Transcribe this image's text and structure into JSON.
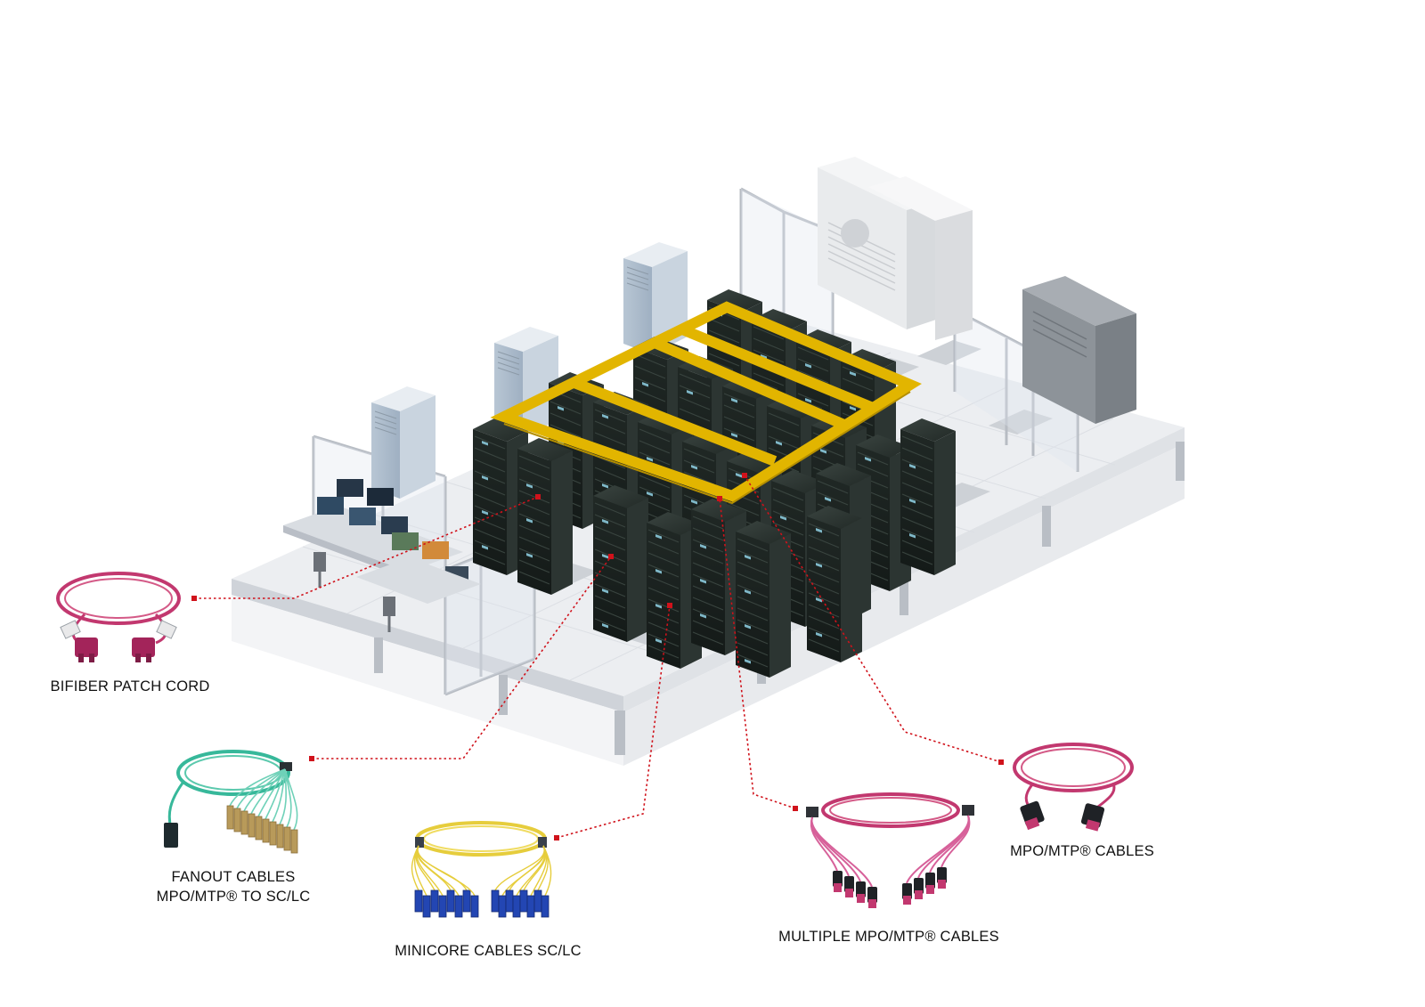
{
  "labels": {
    "bifiber": "BIFIBER PATCH CORD",
    "fanout_line1": "FANOUT CABLES",
    "fanout_line2": "MPO/MTP® TO SC/LC",
    "minicore": "MINICORE CABLES SC/LC",
    "multiple": "MULTIPLE MPO/MTP® CABLES",
    "mpo": "MPO/MTP® CABLES"
  },
  "colors": {
    "leader": "#d0121b",
    "tray": "#e2b500",
    "rack": "#1c2320",
    "floor": "#e9ebee",
    "cable_pink": "#c2386f",
    "cable_aqua": "#37b89a",
    "cable_yellow": "#e6cd3c",
    "connector_blue": "#1f3fa6"
  }
}
